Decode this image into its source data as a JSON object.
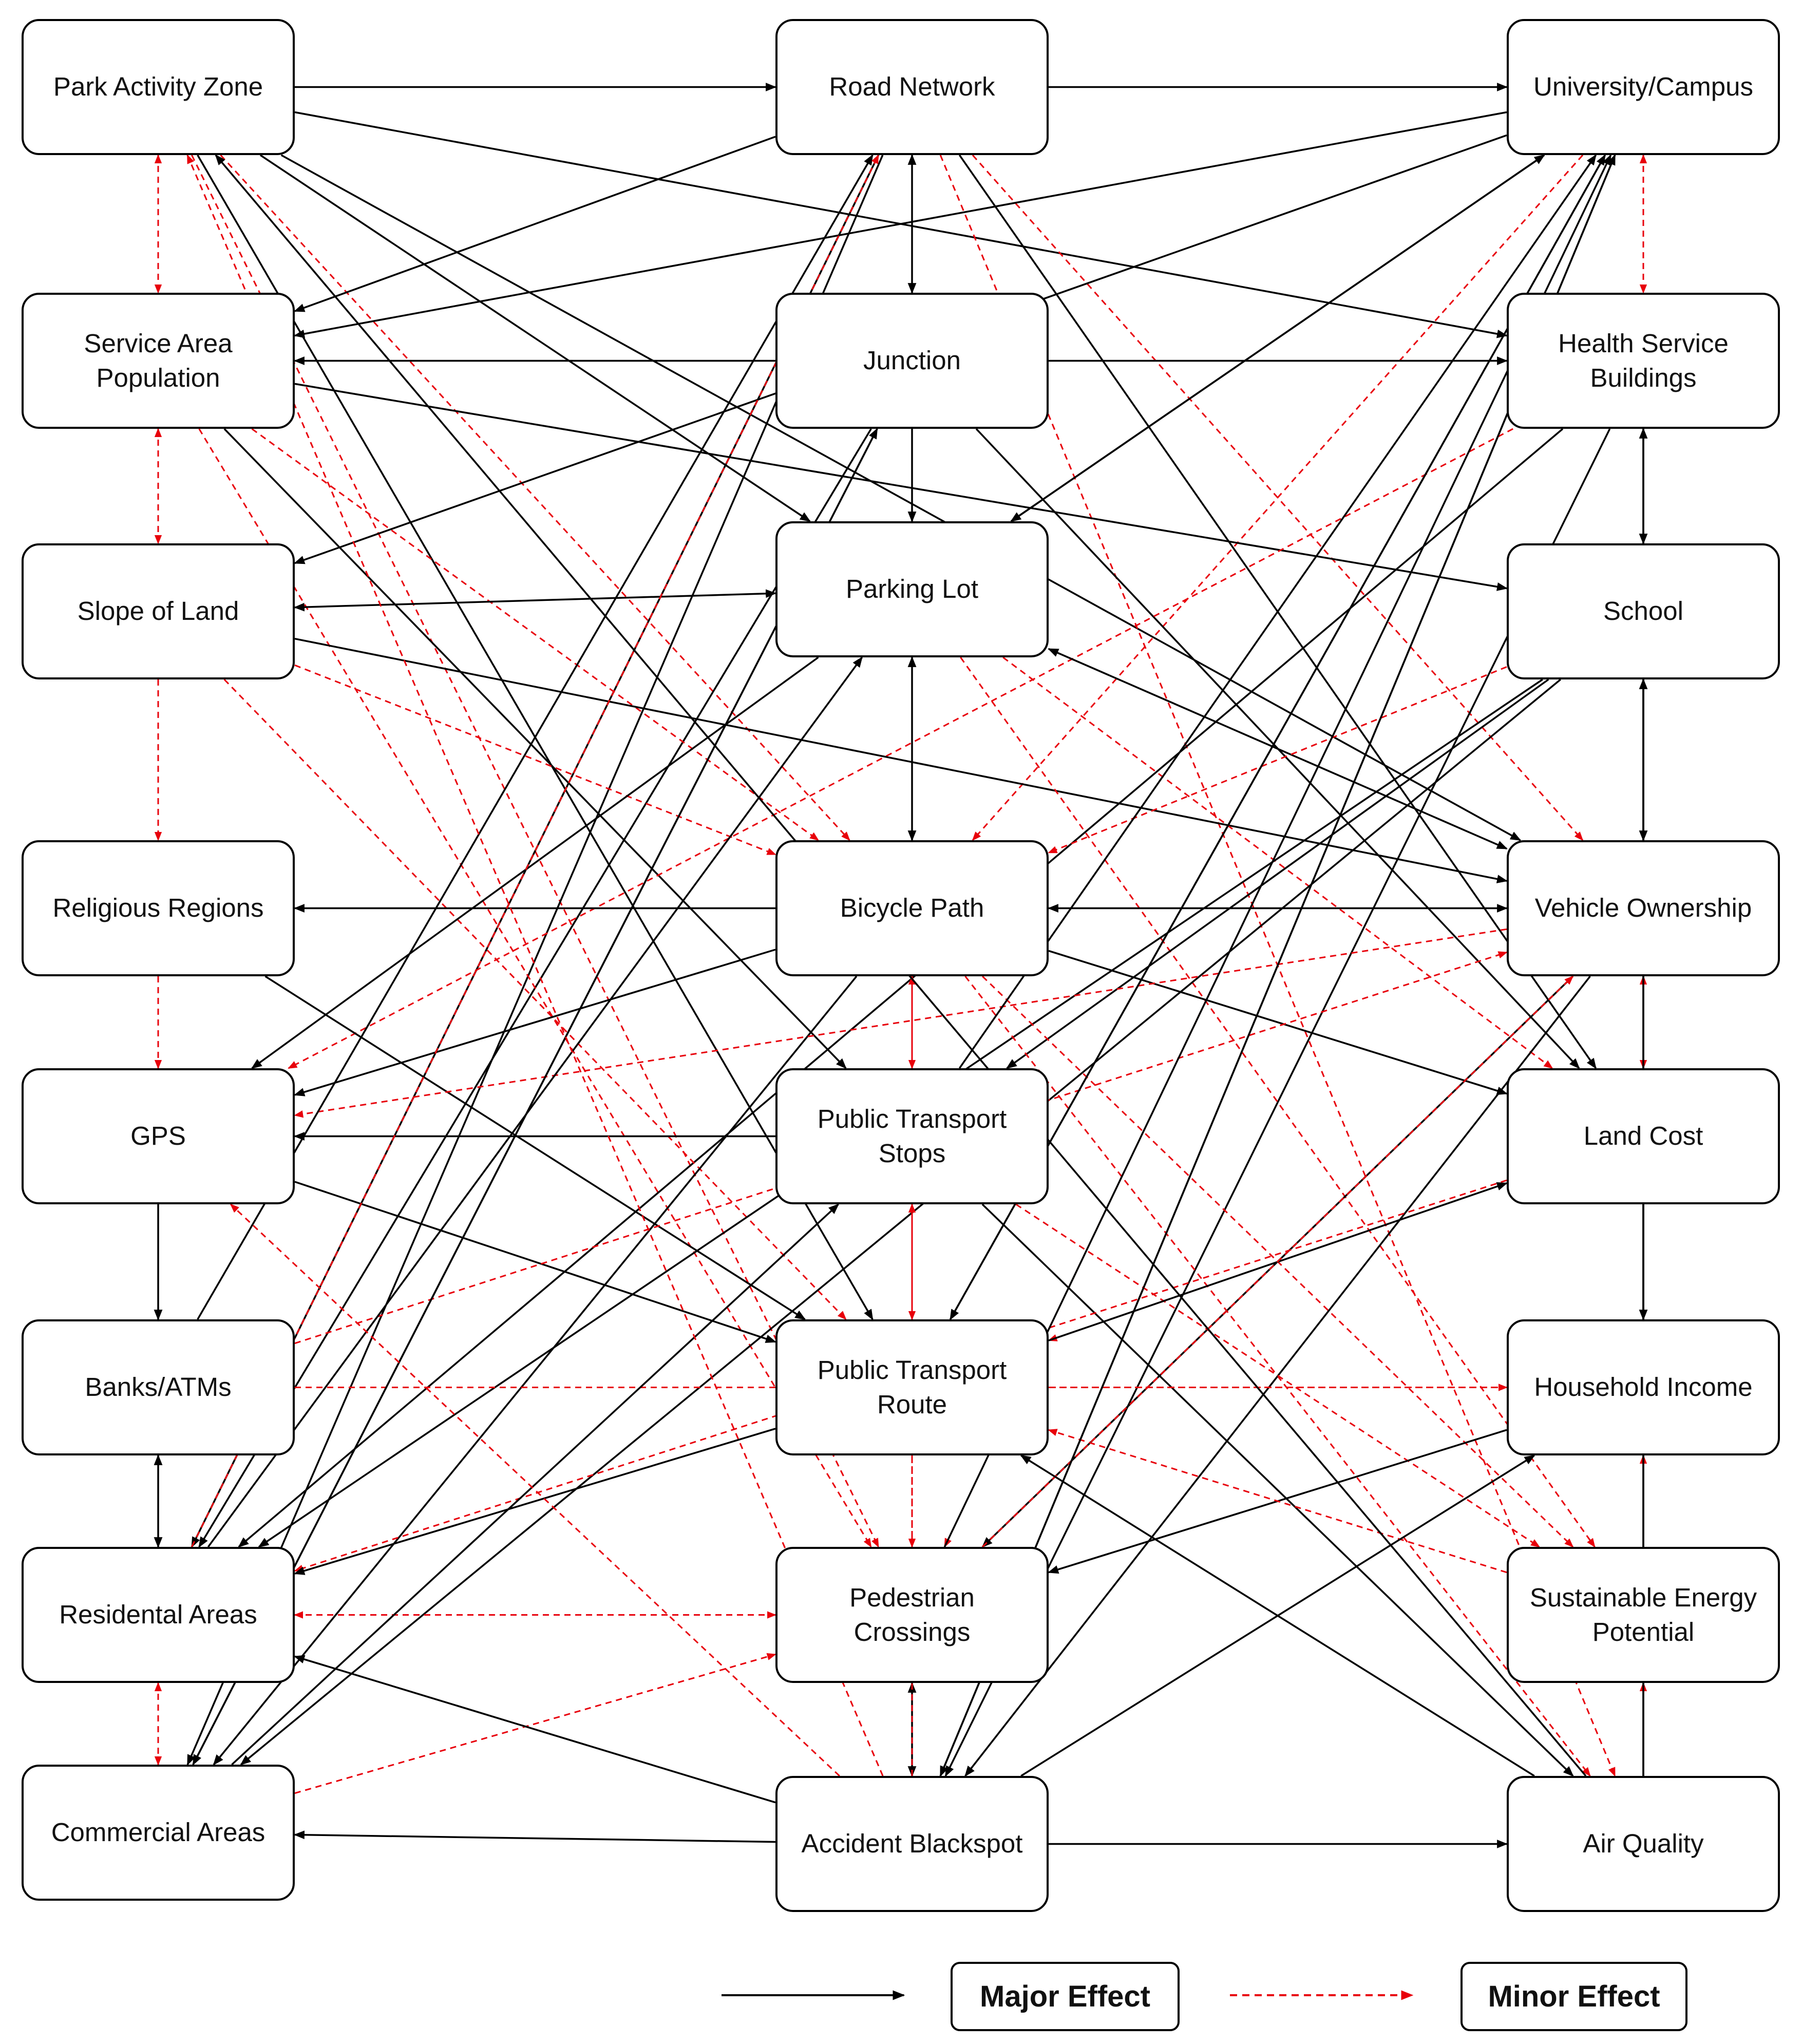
{
  "nodes": [
    {
      "id": "park",
      "label": "Park Activity Zone"
    },
    {
      "id": "road",
      "label": "Road Network"
    },
    {
      "id": "univ",
      "label": "University/Campus"
    },
    {
      "id": "service",
      "label": "Service Area\nPopulation"
    },
    {
      "id": "junction",
      "label": "Junction"
    },
    {
      "id": "health",
      "label": "Health Service\nBuildings"
    },
    {
      "id": "slope",
      "label": "Slope of Land"
    },
    {
      "id": "parking",
      "label": "Parking Lot"
    },
    {
      "id": "school",
      "label": "School"
    },
    {
      "id": "religious",
      "label": "Religious Regions"
    },
    {
      "id": "bicycle",
      "label": "Bicycle Path"
    },
    {
      "id": "vehicle",
      "label": "Vehicle Ownership"
    },
    {
      "id": "gps",
      "label": "GPS"
    },
    {
      "id": "ptstops",
      "label": "Public Transport\nStops"
    },
    {
      "id": "landcost",
      "label": "Land Cost"
    },
    {
      "id": "banks",
      "label": "Banks/ATMs"
    },
    {
      "id": "ptroute",
      "label": "Public Transport\nRoute"
    },
    {
      "id": "income",
      "label": "Household Income"
    },
    {
      "id": "residential",
      "label": "Residental Areas"
    },
    {
      "id": "pedestrian",
      "label": "Pedestrian\nCrossings"
    },
    {
      "id": "energy",
      "label": "Sustainable Energy\nPotential"
    },
    {
      "id": "commercial",
      "label": "Commercial Areas"
    },
    {
      "id": "accident",
      "label": "Accident Blackspot"
    },
    {
      "id": "air",
      "label": "Air Quality"
    }
  ],
  "legend": {
    "major_label": "Major Effect",
    "minor_label": "Minor Effect"
  },
  "colors": {
    "major": "#000000",
    "minor": "#e8000b"
  },
  "edges": [
    {
      "from": "park",
      "to": "road",
      "type": "major"
    },
    {
      "from": "road",
      "to": "univ",
      "type": "major"
    },
    {
      "from": "park",
      "to": "service",
      "type": "minor",
      "bi": true
    },
    {
      "from": "park",
      "to": "health",
      "type": "major"
    },
    {
      "from": "park",
      "to": "parking",
      "type": "major"
    },
    {
      "from": "park",
      "to": "bicycle",
      "type": "minor"
    },
    {
      "from": "park",
      "to": "vehicle",
      "type": "major"
    },
    {
      "from": "park",
      "to": "ptroute",
      "type": "major"
    },
    {
      "from": "park",
      "to": "pedestrian",
      "type": "minor"
    },
    {
      "from": "road",
      "to": "junction",
      "type": "major",
      "bi": true
    },
    {
      "from": "road",
      "to": "service",
      "type": "major"
    },
    {
      "from": "road",
      "to": "residential",
      "type": "major"
    },
    {
      "from": "road",
      "to": "commercial",
      "type": "major"
    },
    {
      "from": "road",
      "to": "landcost",
      "type": "major"
    },
    {
      "from": "road",
      "to": "air",
      "type": "minor"
    },
    {
      "from": "road",
      "to": "vehicle",
      "type": "minor"
    },
    {
      "from": "univ",
      "to": "health",
      "type": "minor",
      "bi": true
    },
    {
      "from": "univ",
      "to": "service",
      "type": "major"
    },
    {
      "from": "univ",
      "to": "slope",
      "type": "major"
    },
    {
      "from": "univ",
      "to": "parking",
      "type": "major"
    },
    {
      "from": "univ",
      "to": "bicycle",
      "type": "minor"
    },
    {
      "from": "univ",
      "to": "ptroute",
      "type": "major"
    },
    {
      "from": "univ",
      "to": "pedestrian",
      "type": "minor"
    },
    {
      "from": "univ",
      "to": "accident",
      "type": "major"
    },
    {
      "from": "junction",
      "to": "service",
      "type": "major"
    },
    {
      "from": "junction",
      "to": "health",
      "type": "major"
    },
    {
      "from": "junction",
      "to": "parking",
      "type": "major"
    },
    {
      "from": "junction",
      "to": "landcost",
      "type": "major"
    },
    {
      "from": "junction",
      "to": "residential",
      "type": "major"
    },
    {
      "from": "junction",
      "to": "commercial",
      "type": "major"
    },
    {
      "from": "service",
      "to": "slope",
      "type": "minor",
      "bi": true
    },
    {
      "from": "service",
      "to": "school",
      "type": "major"
    },
    {
      "from": "service",
      "to": "bicycle",
      "type": "minor"
    },
    {
      "from": "service",
      "to": "pedestrian",
      "type": "minor"
    },
    {
      "from": "service",
      "to": "ptstops",
      "type": "major"
    },
    {
      "from": "health",
      "to": "school",
      "type": "major"
    },
    {
      "from": "health",
      "to": "gps",
      "type": "minor"
    },
    {
      "from": "health",
      "to": "residential",
      "type": "major"
    },
    {
      "from": "health",
      "to": "accident",
      "type": "major"
    },
    {
      "from": "slope",
      "to": "parking",
      "type": "major",
      "bi": true
    },
    {
      "from": "slope",
      "to": "religious",
      "type": "minor"
    },
    {
      "from": "slope",
      "to": "vehicle",
      "type": "major"
    },
    {
      "from": "slope",
      "to": "bicycle",
      "type": "minor"
    },
    {
      "from": "slope",
      "to": "ptroute",
      "type": "minor"
    },
    {
      "from": "parking",
      "to": "bicycle",
      "type": "major",
      "bi": true
    },
    {
      "from": "parking",
      "to": "vehicle",
      "type": "major",
      "bi": true
    },
    {
      "from": "parking",
      "to": "univ",
      "type": "major"
    },
    {
      "from": "parking",
      "to": "gps",
      "type": "major"
    },
    {
      "from": "parking",
      "to": "landcost",
      "type": "minor"
    },
    {
      "from": "parking",
      "to": "energy",
      "type": "minor"
    },
    {
      "from": "school",
      "to": "vehicle",
      "type": "major"
    },
    {
      "from": "school",
      "to": "bicycle",
      "type": "minor"
    },
    {
      "from": "school",
      "to": "ptstops",
      "type": "major"
    },
    {
      "from": "school",
      "to": "residential",
      "type": "major"
    },
    {
      "from": "school",
      "to": "commercial",
      "type": "major"
    },
    {
      "from": "religious",
      "to": "gps",
      "type": "minor"
    },
    {
      "from": "religious",
      "to": "ptroute",
      "type": "major"
    },
    {
      "from": "bicycle",
      "to": "religious",
      "type": "major"
    },
    {
      "from": "bicycle",
      "to": "vehicle",
      "type": "major",
      "bi": true
    },
    {
      "from": "bicycle",
      "to": "ptstops",
      "type": "minor",
      "bi": true
    },
    {
      "from": "bicycle",
      "to": "gps",
      "type": "major"
    },
    {
      "from": "bicycle",
      "to": "landcost",
      "type": "major"
    },
    {
      "from": "bicycle",
      "to": "air",
      "type": "minor"
    },
    {
      "from": "bicycle",
      "to": "energy",
      "type": "minor"
    },
    {
      "from": "bicycle",
      "to": "commercial",
      "type": "major"
    },
    {
      "from": "vehicle",
      "to": "landcost",
      "type": "minor",
      "bi": true
    },
    {
      "from": "vehicle",
      "to": "gps",
      "type": "minor"
    },
    {
      "from": "vehicle",
      "to": "pedestrian",
      "type": "major"
    },
    {
      "from": "vehicle",
      "to": "accident",
      "type": "major"
    },
    {
      "from": "gps",
      "to": "banks",
      "type": "major"
    },
    {
      "from": "gps",
      "to": "ptroute",
      "type": "major"
    },
    {
      "from": "ptstops",
      "to": "gps",
      "type": "major"
    },
    {
      "from": "ptstops",
      "to": "ptroute",
      "type": "minor",
      "bi": true
    },
    {
      "from": "ptstops",
      "to": "air",
      "type": "major"
    },
    {
      "from": "ptstops",
      "to": "energy",
      "type": "minor"
    },
    {
      "from": "ptstops",
      "to": "univ",
      "type": "major"
    },
    {
      "from": "landcost",
      "to": "income",
      "type": "major"
    },
    {
      "from": "landcost",
      "to": "ptroute",
      "type": "minor"
    },
    {
      "from": "landcost",
      "to": "residential",
      "type": "minor"
    },
    {
      "from": "banks",
      "to": "residential",
      "type": "major",
      "bi": true
    },
    {
      "from": "banks",
      "to": "income",
      "type": "minor"
    },
    {
      "from": "banks",
      "to": "vehicle",
      "type": "minor"
    },
    {
      "from": "banks",
      "to": "road",
      "type": "major"
    },
    {
      "from": "ptroute",
      "to": "pedestrian",
      "type": "minor"
    },
    {
      "from": "ptroute",
      "to": "income",
      "type": "minor"
    },
    {
      "from": "ptroute",
      "to": "residential",
      "type": "major"
    },
    {
      "from": "ptroute",
      "to": "univ",
      "type": "major"
    },
    {
      "from": "ptroute",
      "to": "landcost",
      "type": "major"
    },
    {
      "from": "income",
      "to": "pedestrian",
      "type": "major"
    },
    {
      "from": "energy",
      "to": "income",
      "type": "minor"
    },
    {
      "from": "energy",
      "to": "ptroute",
      "type": "minor"
    },
    {
      "from": "residential",
      "to": "pedestrian",
      "type": "minor",
      "bi": true
    },
    {
      "from": "residential",
      "to": "commercial",
      "type": "minor",
      "bi": true
    },
    {
      "from": "residential",
      "to": "road",
      "type": "minor"
    },
    {
      "from": "residential",
      "to": "parking",
      "type": "major"
    },
    {
      "from": "pedestrian",
      "to": "accident",
      "type": "major",
      "bi": true
    },
    {
      "from": "pedestrian",
      "to": "univ",
      "type": "major"
    },
    {
      "from": "pedestrian",
      "to": "vehicle",
      "type": "minor"
    },
    {
      "from": "commercial",
      "to": "pedestrian",
      "type": "minor"
    },
    {
      "from": "commercial",
      "to": "junction",
      "type": "major"
    },
    {
      "from": "commercial",
      "to": "ptstops",
      "type": "major"
    },
    {
      "from": "accident",
      "to": "commercial",
      "type": "major"
    },
    {
      "from": "accident",
      "to": "air",
      "type": "major"
    },
    {
      "from": "accident",
      "to": "residential",
      "type": "major"
    },
    {
      "from": "accident",
      "to": "univ",
      "type": "major"
    },
    {
      "from": "accident",
      "to": "income",
      "type": "major"
    },
    {
      "from": "accident",
      "to": "park",
      "type": "minor"
    },
    {
      "from": "accident",
      "to": "gps",
      "type": "minor"
    },
    {
      "from": "accident",
      "to": "bicycle",
      "type": "minor"
    },
    {
      "from": "air",
      "to": "energy",
      "type": "minor"
    },
    {
      "from": "air",
      "to": "park",
      "type": "major"
    },
    {
      "from": "air",
      "to": "ptroute",
      "type": "major"
    },
    {
      "from": "air",
      "to": "health",
      "type": "major"
    },
    {
      "from": "air",
      "to": "school",
      "type": "major"
    }
  ]
}
